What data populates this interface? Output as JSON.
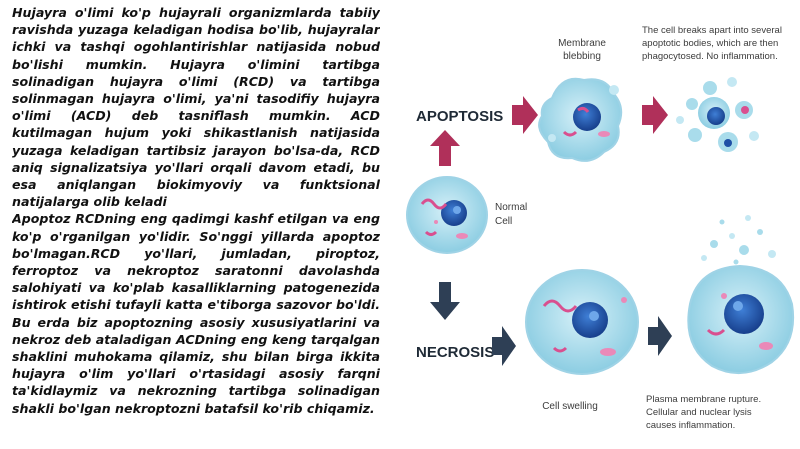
{
  "body_text": "Hujayra o'limi ko'p hujayrali organizmlarda tabiiy ravishda yuzaga keladigan hodisa bo'lib, hujayralar ichki va tashqi ogohlantirishlar natijasida nobud bo'lishi mumkin. Hujayra o'limini tartibga solinadigan hujayra o'limi (RCD) va tartibga solinmagan hujayra o'limi, ya'ni tasodifiy hujayra o'limi (ACD) deb tasniflash mumkin. ACD kutilmagan hujum yoki shikastlanish natijasida yuzaga keladigan tartibsiz jarayon bo'lsa-da, RCD aniq signalizatsiya yo'llari orqali davom etadi, bu esa aniqlangan biokimyoviy va funktsional natijalarga olib keladi\nApoptoz RCDning eng qadimgi kashf etilgan va eng ko'p o'rganilgan yo'lidir. So'nggi yillarda apoptoz bo'lmagan.RCD yo'llari, jumladan, piroptoz, ferroptoz va nekroptoz saratonni davolashda salohiyati va ko'plab kasalliklarning patogenezida ishtirok etishi tufayli katta e'tiborga sazovor bo'ldi. Bu erda biz apoptozning asosiy xususiyatlarini va nekroz deb ataladigan ACDning eng keng tarqalgan shaklini muhokama qilamiz, shu bilan birga ikkita hujayra o'lim yo'llari o'rtasidagi asosiy farqni ta'kidlaymiz va nekrozning tartibga solinadigan shakli bo'lgan nekroptozni batafsil ko'rib chiqamiz.",
  "figure": {
    "apoptosis_title": "APOPTOSIS",
    "necrosis_title": "NECROSIS",
    "normal_cell_1": "Normal",
    "normal_cell_2": "Cell",
    "membrane_1": "Membrane",
    "membrane_2": "blebbing",
    "apoptotic_note_1": "The cell breaks apart into several",
    "apoptotic_note_2": "apoptotic bodies, which are then",
    "apoptotic_note_3": "phagocytosed. No inflammation.",
    "cell_swelling": "Cell swelling",
    "necrosis_note_1": "Plasma membrane rupture.",
    "necrosis_note_2": "Cellular and nuclear lysis",
    "necrosis_note_3": "causes inflammation.",
    "colors": {
      "apoptosis_arrow": "#b0305a",
      "necrosis_arrow": "#2e3f55",
      "cytoplasm": "#a9dceb",
      "nucleus": "#1e4fa6",
      "organelle": "#d94f8f"
    }
  }
}
